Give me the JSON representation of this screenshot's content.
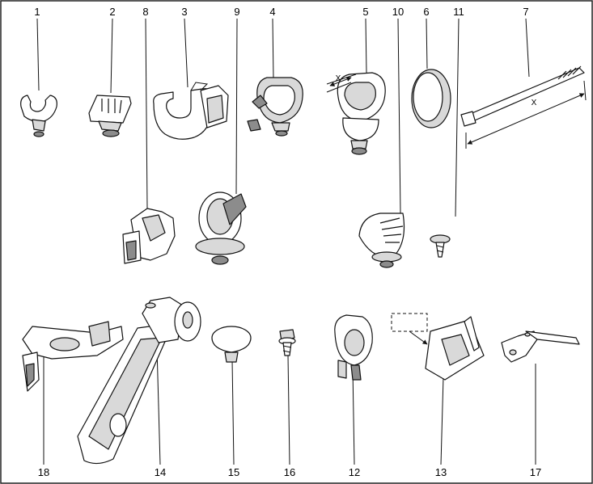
{
  "diagram": {
    "labels": {
      "p1": "1",
      "p2": "2",
      "p3": "3",
      "p4": "4",
      "p5": "5",
      "p6": "6",
      "p7": "7",
      "p8": "8",
      "p9": "9",
      "p10": "10",
      "p11": "11",
      "p12": "12",
      "p13": "13",
      "p14": "14",
      "p15": "15",
      "p16": "16",
      "p17": "17",
      "p18": "18"
    },
    "dimension_x": "X"
  }
}
